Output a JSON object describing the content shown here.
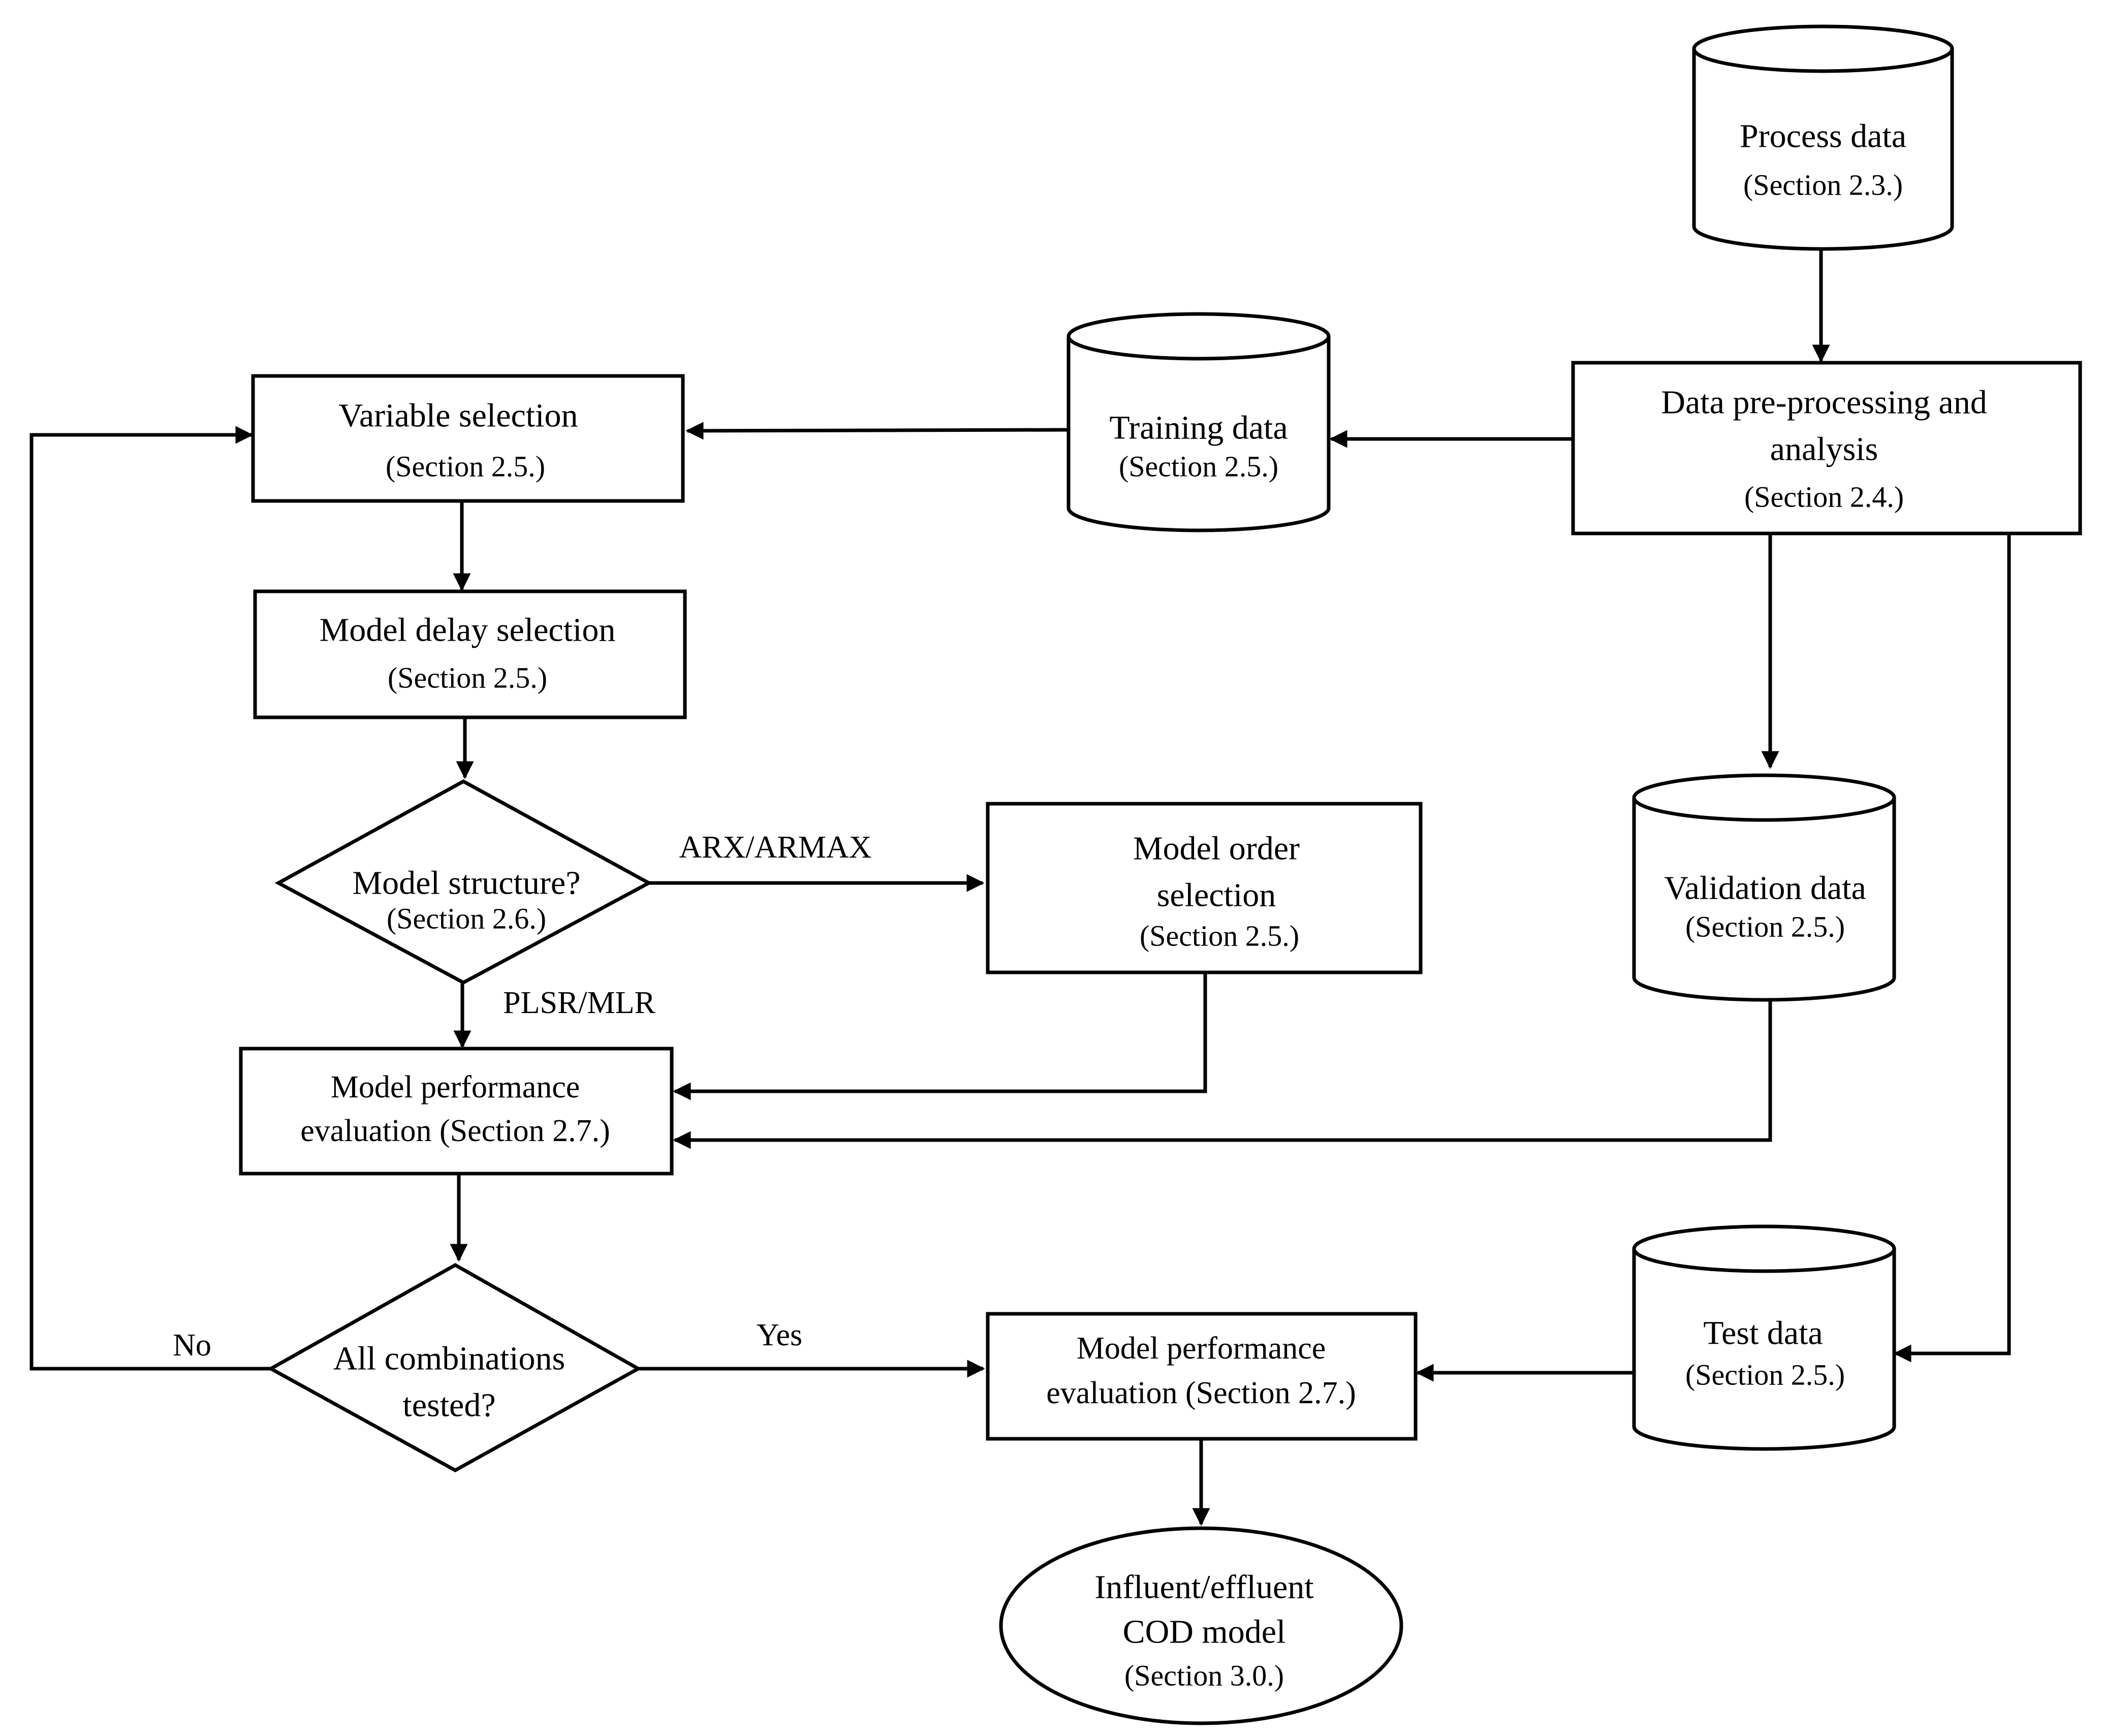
{
  "nodes": {
    "process_data": {
      "title": "Process data",
      "section": "(Section 2.3.)"
    },
    "preprocessing": {
      "title_line1": "Data pre-processing and",
      "title_line2": "analysis",
      "section": "(Section 2.4.)"
    },
    "training_data": {
      "title": "Training data",
      "section": "(Section 2.5.)"
    },
    "variable_selection": {
      "title": "Variable selection",
      "section": "(Section 2.5.)"
    },
    "model_delay": {
      "title": "Model delay selection",
      "section": "(Section 2.5.)"
    },
    "model_structure": {
      "title": "Model structure?",
      "section": "(Section 2.6.)"
    },
    "model_order": {
      "title_line1": "Model order",
      "title_line2": "selection",
      "section": "(Section 2.5.)"
    },
    "validation_data": {
      "title": "Validation data",
      "section": "(Section 2.5.)"
    },
    "perf_eval_1": {
      "line1": "Model performance",
      "line2": "evaluation (Section 2.7.)"
    },
    "all_combinations": {
      "line1": "All combinations",
      "line2": "tested?"
    },
    "perf_eval_2": {
      "line1": "Model performance",
      "line2": "evaluation (Section 2.7.)"
    },
    "test_data": {
      "title": "Test data",
      "section": "(Section 2.5.)"
    },
    "cod_model": {
      "line1": "Influent/effluent",
      "line2": "COD model",
      "section": "(Section 3.0.)"
    }
  },
  "edges": {
    "arx_armax": "ARX/ARMAX",
    "plsr_mlr": "PLSR/MLR",
    "no": "No",
    "yes": "Yes"
  }
}
